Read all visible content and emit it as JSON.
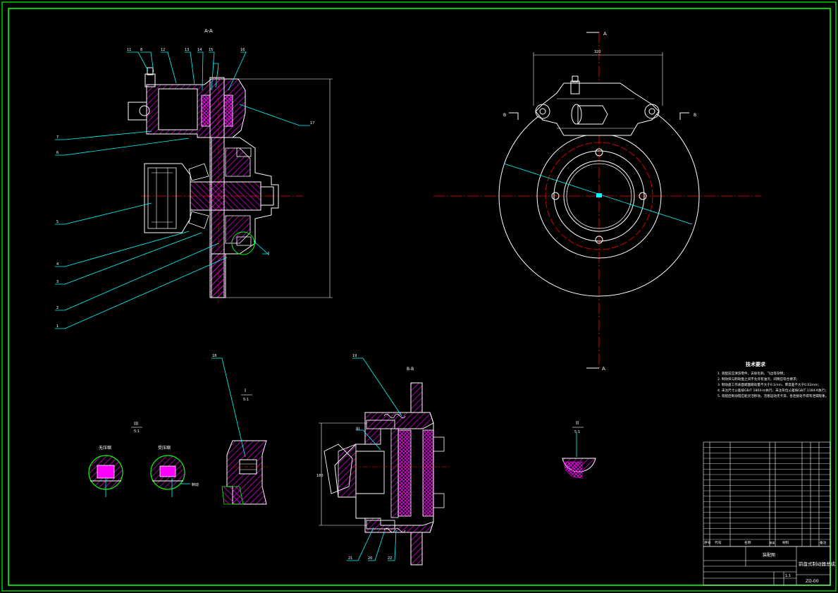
{
  "colors": {
    "background": "#000000",
    "frame": "#00ff00",
    "outline": "#ffffff",
    "leader": "#00ffff",
    "center_line": "#ff0000",
    "hatch": "#ff00ff",
    "dimension": "#ffffff",
    "annotation": "#ffff00"
  },
  "views": {
    "main_section_label": "A-A",
    "side_view_section": "A",
    "side_view_b_label": "B",
    "section_b_label": "B-B",
    "detail_one_label": "I",
    "detail_two_label": "II",
    "detail_three_label": "III",
    "detail_scale": "5:1"
  },
  "detail_three": {
    "left_label": "无压缩",
    "right_label": "受压缩",
    "right_note": "制动"
  },
  "tech_requirements": {
    "title": "技术要求",
    "items": [
      "1. 装配前应清洗零件，去除毛刺、飞边等杂物；",
      "2. 制动块与制动盘之间不允许有油污，间隙应符合要求；",
      "3. 制动盘工作表面端面跳动量不大于0.1mm，厚度差不大于0.02mm；",
      "4. 未注尺寸公差按GB/T 1804-m执行，未注形位公差按GB/T 1184-K执行；",
      "5. 装配后制动钳应能灵活移动，活塞运动无卡滞，各连接处不得有泄漏现象。"
    ]
  },
  "title_block": {
    "drawing_name": "前盘式制动器总成",
    "drawing_number": "ZD-00",
    "scale": "1:1",
    "material_cell": "装配图",
    "header": [
      "序号",
      "代号",
      "名称",
      "数量",
      "材料",
      "备注"
    ]
  }
}
